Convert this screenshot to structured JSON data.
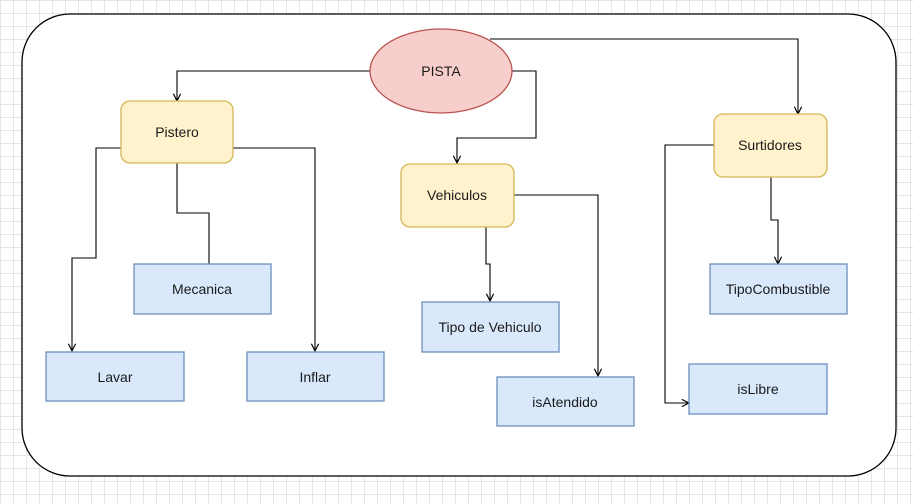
{
  "diagram": {
    "nodes": {
      "pista": {
        "label": "PISTA",
        "fill": "#f8cecc",
        "stroke": "#b85450"
      },
      "pistero": {
        "label": "Pistero",
        "fill": "#fff2cc",
        "stroke": "#d6b656"
      },
      "vehiculos": {
        "label": "Vehiculos",
        "fill": "#fff2cc",
        "stroke": "#d6b656"
      },
      "surtidores": {
        "label": "Surtidores",
        "fill": "#fff2cc",
        "stroke": "#d6b656"
      },
      "mecanica": {
        "label": "Mecanica",
        "fill": "#dae8fc",
        "stroke": "#6c8ebf"
      },
      "lavar": {
        "label": "Lavar",
        "fill": "#dae8fc",
        "stroke": "#6c8ebf"
      },
      "inflar": {
        "label": "Inflar",
        "fill": "#dae8fc",
        "stroke": "#6c8ebf"
      },
      "tipo_vehiculo": {
        "label": "Tipo de Vehiculo",
        "fill": "#dae8fc",
        "stroke": "#6c8ebf"
      },
      "is_atendido": {
        "label": "isAtendido",
        "fill": "#dae8fc",
        "stroke": "#6c8ebf"
      },
      "tipo_combustible": {
        "label": "TipoCombustible",
        "fill": "#dae8fc",
        "stroke": "#6c8ebf"
      },
      "is_libre": {
        "label": "isLibre",
        "fill": "#dae8fc",
        "stroke": "#6c8ebf"
      }
    },
    "colors": {
      "edge": "#000000",
      "container_stroke": "#000000",
      "container_fill": "#ffffff"
    }
  }
}
